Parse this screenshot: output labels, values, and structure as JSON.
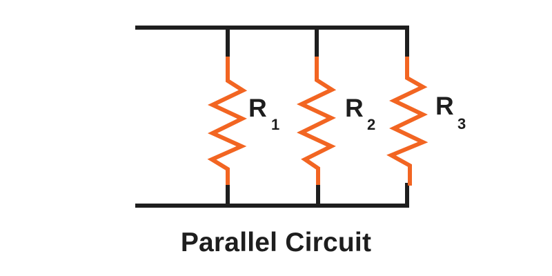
{
  "diagram": {
    "title": "Parallel Circuit",
    "colors": {
      "wire": "#1e1e1e",
      "resistor": "#f26522",
      "text": "#1e1e1e",
      "background": "#ffffff"
    },
    "resistors": [
      {
        "symbol": "R",
        "subscript": "1"
      },
      {
        "symbol": "R",
        "subscript": "2"
      },
      {
        "symbol": "R",
        "subscript": "3"
      }
    ]
  }
}
